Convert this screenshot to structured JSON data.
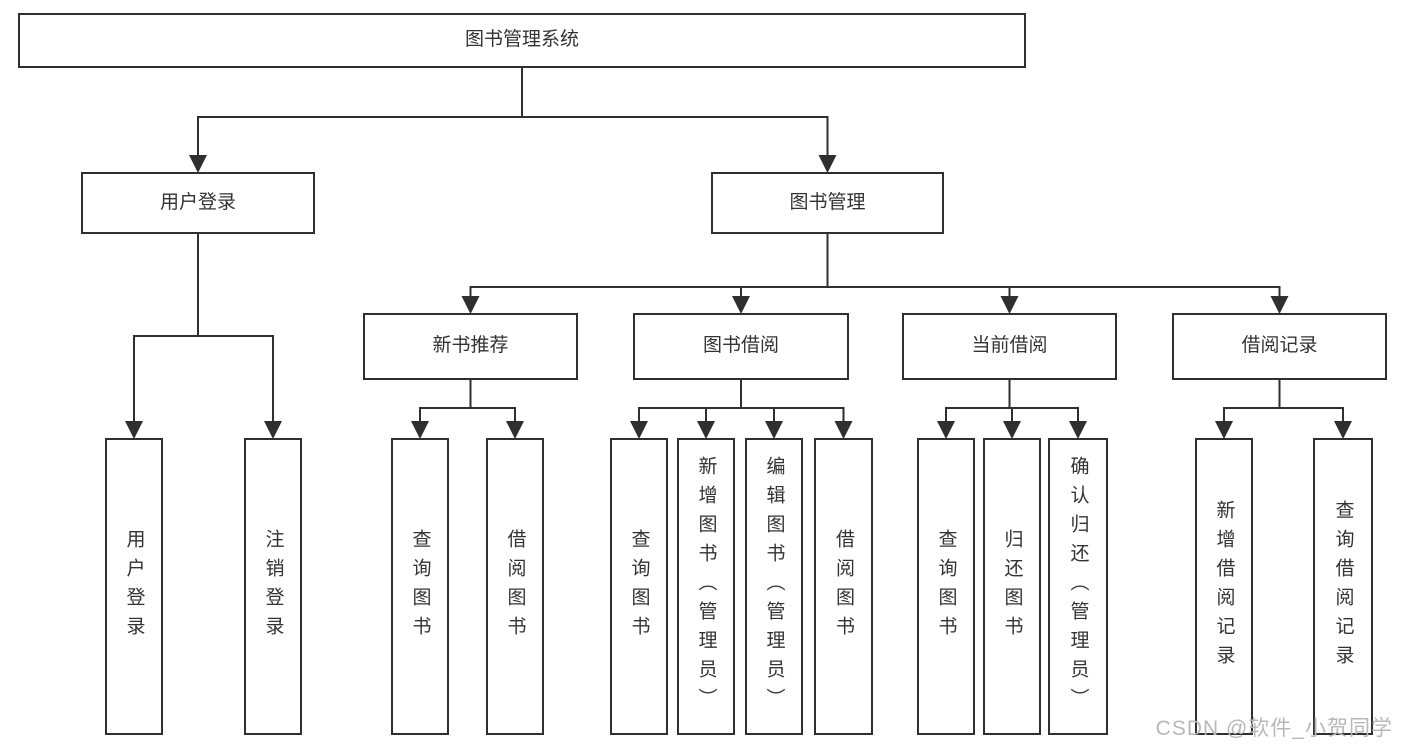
{
  "diagram": {
    "type": "tree",
    "title": "图书管理系统",
    "nodes": [
      {
        "id": "system",
        "label": "图书管理系统",
        "parent": null,
        "text_direction": "horizontal"
      },
      {
        "id": "user_login_branch",
        "label": "用户登录",
        "parent": "system",
        "text_direction": "horizontal"
      },
      {
        "id": "book_management",
        "label": "图书管理",
        "parent": "system",
        "text_direction": "horizontal"
      },
      {
        "id": "new_book_recommend",
        "label": "新书推荐",
        "parent": "book_management",
        "text_direction": "horizontal"
      },
      {
        "id": "book_borrowing",
        "label": "图书借阅",
        "parent": "book_management",
        "text_direction": "horizontal"
      },
      {
        "id": "current_borrowing",
        "label": "当前借阅",
        "parent": "book_management",
        "text_direction": "horizontal"
      },
      {
        "id": "borrowing_records",
        "label": "借阅记录",
        "parent": "book_management",
        "text_direction": "horizontal"
      },
      {
        "id": "user_login",
        "label": "用户登录",
        "parent": "user_login_branch",
        "text_direction": "vertical"
      },
      {
        "id": "logout_login",
        "label": "注销登录",
        "parent": "user_login_branch",
        "text_direction": "vertical"
      },
      {
        "id": "query_books_rec",
        "label": "查询图书",
        "parent": "new_book_recommend",
        "text_direction": "vertical"
      },
      {
        "id": "borrow_books_rec",
        "label": "借阅图书",
        "parent": "new_book_recommend",
        "text_direction": "vertical"
      },
      {
        "id": "query_books_borrow",
        "label": "查询图书",
        "parent": "book_borrowing",
        "text_direction": "vertical"
      },
      {
        "id": "add_books_admin",
        "label": "新增图书（管理员）",
        "parent": "book_borrowing",
        "text_direction": "vertical"
      },
      {
        "id": "edit_books_admin",
        "label": "编辑图书（管理员）",
        "parent": "book_borrowing",
        "text_direction": "vertical"
      },
      {
        "id": "borrow_books_borrow",
        "label": "借阅图书",
        "parent": "book_borrowing",
        "text_direction": "vertical"
      },
      {
        "id": "query_books_current",
        "label": "查询图书",
        "parent": "current_borrowing",
        "text_direction": "vertical"
      },
      {
        "id": "return_books",
        "label": "归还图书",
        "parent": "current_borrowing",
        "text_direction": "vertical"
      },
      {
        "id": "confirm_return_admin",
        "label": "确认归还（管理员）",
        "parent": "current_borrowing",
        "text_direction": "vertical"
      },
      {
        "id": "add_borrow_record",
        "label": "新增借阅记录",
        "parent": "borrowing_records",
        "text_direction": "vertical"
      },
      {
        "id": "query_borrow_record",
        "label": "查询借阅记录",
        "parent": "borrowing_records",
        "text_direction": "vertical"
      }
    ]
  },
  "watermark": {
    "text": "CSDN @软件_小贺同学"
  },
  "colors": {
    "line": "#2f2f2f",
    "box_border": "#2f2f2f",
    "text": "#333333",
    "background": "#ffffff",
    "watermark": "#b8b8b8"
  }
}
